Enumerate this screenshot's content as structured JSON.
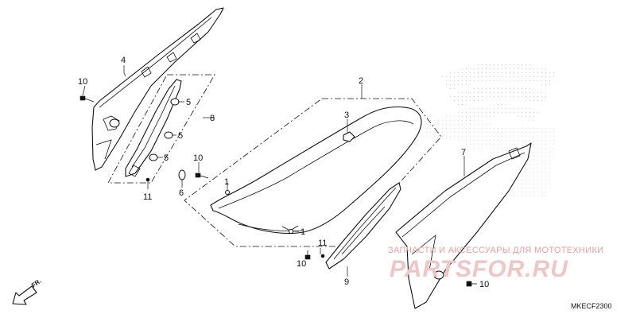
{
  "diagram": {
    "callouts": {
      "c1a": "1",
      "c1b": "1",
      "c2": "2",
      "c3": "3",
      "c4": "4",
      "c5a": "5",
      "c5b": "5",
      "c5c": "5",
      "c6": "6",
      "c7": "7",
      "c8": "8",
      "c9": "9",
      "c10a": "10",
      "c10b": "10",
      "c10c": "10",
      "c10d": "10",
      "c11a": "11",
      "c11b": "11"
    },
    "diagram_code": "MKECF2300",
    "direction_label": "FR."
  },
  "watermark": {
    "tagline": "ЗАПЧАСТИ И АКСЕССУАРЫ ДЛЯ МОТОТЕХНИКИ",
    "logo_text": "PARTSFOR.RU"
  },
  "colors": {
    "line": "#111111",
    "watermark": "#e2a3a3",
    "watermark_logo": "#eec6c6",
    "background": "#ffffff"
  }
}
